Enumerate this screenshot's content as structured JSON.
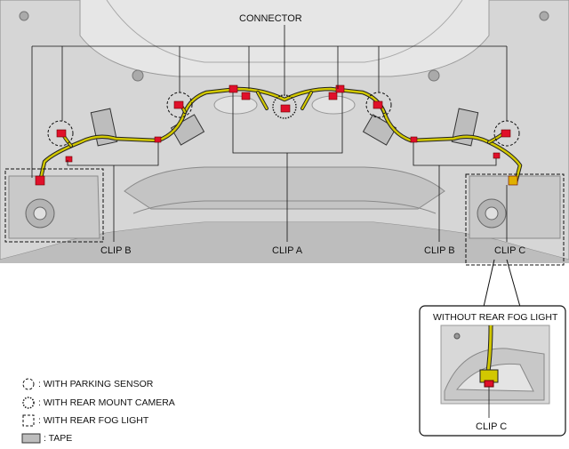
{
  "labels": {
    "connector": "CONNECTOR",
    "clip_a": "CLIP A",
    "clip_b_left": "CLIP B",
    "clip_b_right": "CLIP B",
    "clip_c": "CLIP C",
    "inset_title": "WITHOUT REAR FOG LIGHT",
    "inset_clip_c": "CLIP C"
  },
  "legend": [
    {
      "symbol": "dashed-circle",
      "text": ": WITH PARKING SENSOR"
    },
    {
      "symbol": "dotted-circle",
      "text": ": WITH REAR MOUNT CAMERA"
    },
    {
      "symbol": "dashed-square",
      "text": ": WITH REAR FOG LIGHT"
    },
    {
      "symbol": "tape-rectangle",
      "text": ": TAPE"
    }
  ],
  "colors": {
    "bumper_fill": "#d4d4d4",
    "bumper_dark": "#9a9a9a",
    "harness": "#c8c000",
    "harness_outline": "#222222",
    "connector_red": "#e0102a",
    "tape_fill": "#bdbdbd"
  }
}
